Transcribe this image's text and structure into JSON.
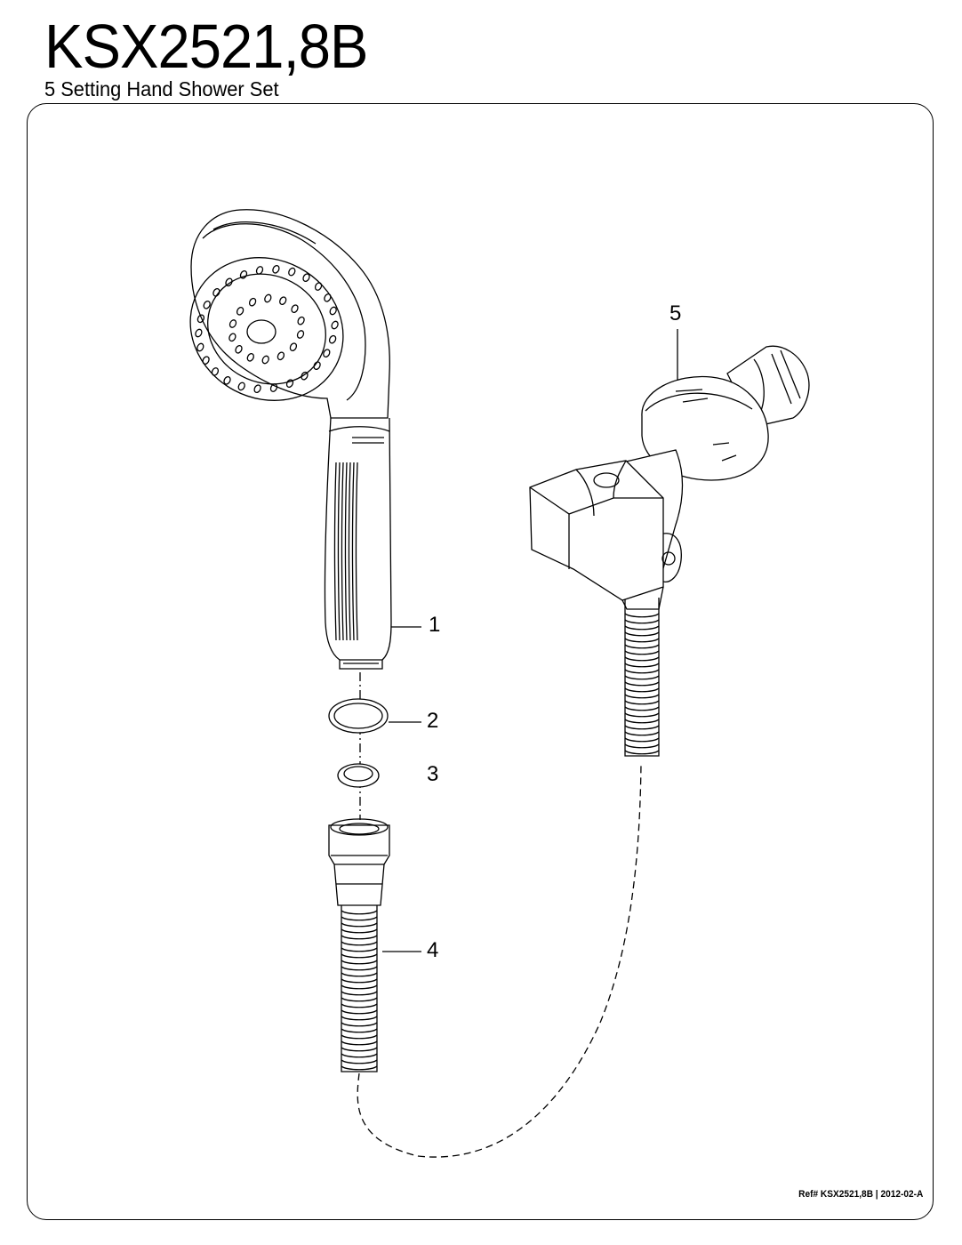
{
  "header": {
    "title": "KSX2521,8B",
    "subtitle": "5 Setting Hand Shower Set"
  },
  "callouts": [
    "1",
    "2",
    "3",
    "4",
    "5"
  ],
  "footer": {
    "ref": "Ref# KSX2521,8B | 2012-02-A"
  },
  "icons": [
    "hand-shower-icon",
    "washer-icon",
    "o-ring-icon",
    "hose-icon",
    "wall-bracket-icon"
  ],
  "colors": {
    "line": "#000000",
    "background": "#ffffff"
  }
}
